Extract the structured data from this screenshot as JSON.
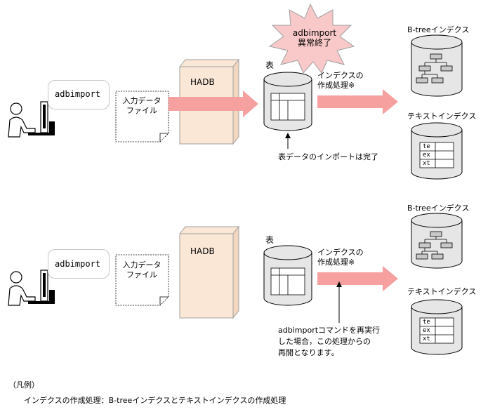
{
  "colors": {
    "arrow": "#f6a0a0",
    "server_fill": "#fbe7d6",
    "server_stroke": "#a0a0a0",
    "cylinder_fill": "#e6e6e6",
    "burst_fill": "#f9c8c8",
    "index_block": "#c8c8c8"
  },
  "icons": [
    "user-at-computer-icon",
    "document-icon",
    "server-icon",
    "database-cylinder-icon",
    "burst-icon"
  ],
  "top": {
    "command": "adbimport",
    "input_file": "入力データ\nファイル",
    "server": "HADB",
    "table_label": "表",
    "index_process": "インデクスの\n作成処理※",
    "error_burst": "adbimport\n異常終了",
    "btree_label": "B-treeインデクス",
    "text_index_label": "テキストインデクス",
    "text_index_cells": [
      "te",
      "ex",
      "xt"
    ],
    "note": "表データのインポートは完了"
  },
  "bottom": {
    "command": "adbimport",
    "input_file": "入力データ\nファイル",
    "server": "HADB",
    "table_label": "表",
    "index_process": "インデクスの\n作成処理※",
    "btree_label": "B-treeインデクス",
    "text_index_label": "テキストインデクス",
    "text_index_cells": [
      "te",
      "ex",
      "xt"
    ],
    "note": "adbimportコマンドを再実行\nした場合，この処理からの\n再開となります。"
  },
  "legend": {
    "title": "（凡例）",
    "text": "インデクスの作成処理：B-treeインデクスとテキストインデクスの作成処理"
  }
}
